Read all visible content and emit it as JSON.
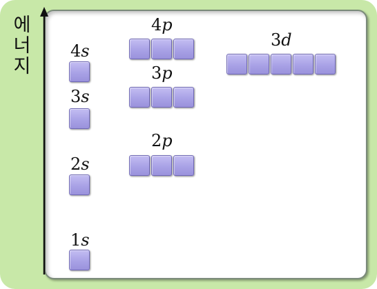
{
  "axis": {
    "label_chars": [
      "에",
      "너",
      "지"
    ]
  },
  "colors": {
    "orbital_box": "#aaa3e8",
    "frame_bg": "#c8e8a8"
  },
  "orbitals": {
    "s1": {
      "num": "1",
      "sub": "s",
      "boxes": 1
    },
    "s2": {
      "num": "2",
      "sub": "s",
      "boxes": 1
    },
    "s3": {
      "num": "3",
      "sub": "s",
      "boxes": 1
    },
    "s4": {
      "num": "4",
      "sub": "s",
      "boxes": 1
    },
    "p2": {
      "num": "2",
      "sub": "p",
      "boxes": 3
    },
    "p3": {
      "num": "3",
      "sub": "p",
      "boxes": 3
    },
    "p4": {
      "num": "4",
      "sub": "p",
      "boxes": 3
    },
    "d3": {
      "num": "3",
      "sub": "d",
      "boxes": 5
    }
  }
}
